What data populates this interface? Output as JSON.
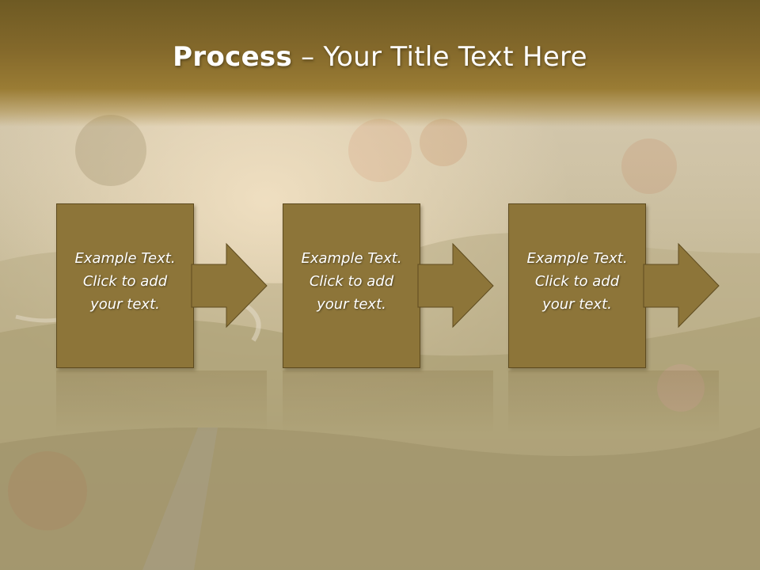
{
  "slide": {
    "title_bold": "Process",
    "title_dash": " – ",
    "title_rest": "Your Title Text Here"
  },
  "steps": [
    {
      "text": "Example Text.\nClick  to add\nyour text."
    },
    {
      "text": "Example Text.\nClick  to add\nyour text."
    },
    {
      "text": "Example Text.\nClick  to add\nyour text."
    }
  ],
  "colors": {
    "box_fill": "#8d7539",
    "box_border": "#5e4b1f",
    "title_bar": "#84692b",
    "text": "#ffffff"
  }
}
